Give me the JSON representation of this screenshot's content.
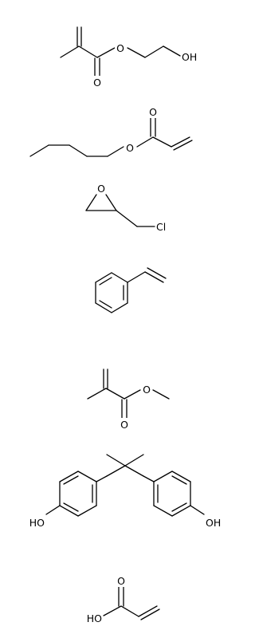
{
  "molecules": [
    {
      "atoms": {
        "o_ester": "O",
        "o_carbonyl": "O",
        "oh": "OH"
      }
    },
    {
      "atoms": {
        "o_carbonyl": "O",
        "o_ester": "O"
      }
    },
    {
      "atoms": {
        "o_ring": "O",
        "cl": "Cl"
      }
    },
    {
      "atoms": {}
    },
    {
      "atoms": {
        "o_ester": "O",
        "o_carbonyl": "O"
      }
    },
    {
      "atoms": {
        "ho_left": "HO",
        "oh_right": "OH"
      }
    },
    {
      "atoms": {
        "o_carbonyl": "O",
        "ho": "HO"
      }
    }
  ]
}
